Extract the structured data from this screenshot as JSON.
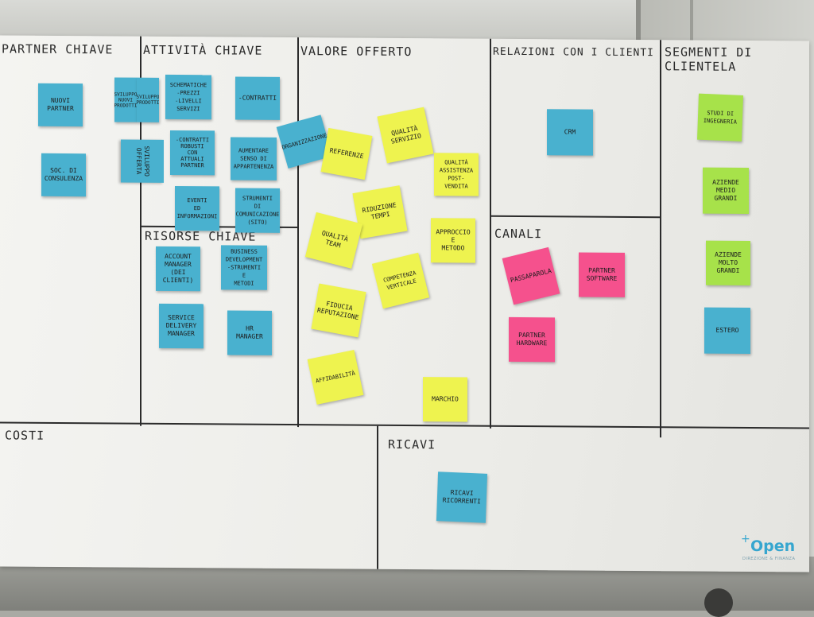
{
  "sections": {
    "partner": "Partner chiave",
    "attivita": "Attività chiave",
    "valore": "Valore offerto",
    "relazioni": "Relazioni con i clienti",
    "segmenti": "Segmenti di\nclientela",
    "risorse": "Risorse chiave",
    "canali": "Canali",
    "costi": "Costi",
    "ricavi": "Ricavi"
  },
  "notes": {
    "partner_1": "Nuovi\npartner",
    "partner_2": "Soc. di\nconsulenza",
    "att_1": "Sviluppo\nnuovi\nprodotti",
    "att_2": "Sviluppo\nprodotti",
    "att_3": "Sviluppo\nofferta",
    "att_4": "Schematiche\n-prezzi\n-livelli\nservizi",
    "att_5": "-contratti",
    "att_6": "-contratti\nrobusti\ncon\nattuali\npartner",
    "att_7": "Aumentare\nsenso di\nappartenenza",
    "att_8": "Eventi\ned\ninformazioni",
    "att_9": "Strumenti\ndi\ncomunicazione\n(sito)",
    "ris_1": "Account\nmanager\n(dei clienti)",
    "ris_2": "Business\ndevelopment\n-strumenti\ne\nmetodi",
    "ris_3": "Service\ndelivery\nmanager",
    "ris_4": "HR\nmanager",
    "val_1": "Organizzazione",
    "val_2": "Referenze",
    "val_3": "Qualità\nservizio",
    "val_4": "Qualità\nassistenza\npost-vendita",
    "val_5": "Riduzione\ntempi",
    "val_6": "Qualità\nteam",
    "val_7": "Approccio\ne\nmetodo",
    "val_8": "Competenza\nverticale",
    "val_9": "Fiducia\nreputazione",
    "val_10": "Affidabilità",
    "val_11": "Marchio",
    "rel_1": "CRM",
    "can_1": "Passaparola",
    "can_2": "Partner\nsoftware",
    "can_3": "Partner\nhardware",
    "seg_1": "Studi di\ningegneria",
    "seg_2": "Aziende\nmedio\ngrandi",
    "seg_3": "Aziende\nmolto\ngrandi",
    "seg_4": "Estero",
    "ric_1": "Ricavi\nricorrenti"
  },
  "logo": {
    "plus": "+",
    "name": "Open",
    "sub": "DIREZIONE & FINANZA"
  },
  "colors": {
    "blue_note": "#49b1cf",
    "yellow_note": "#eef34f",
    "green_note": "#a7e24a",
    "pink_note": "#f5518d",
    "logo": "#36a6cf"
  }
}
